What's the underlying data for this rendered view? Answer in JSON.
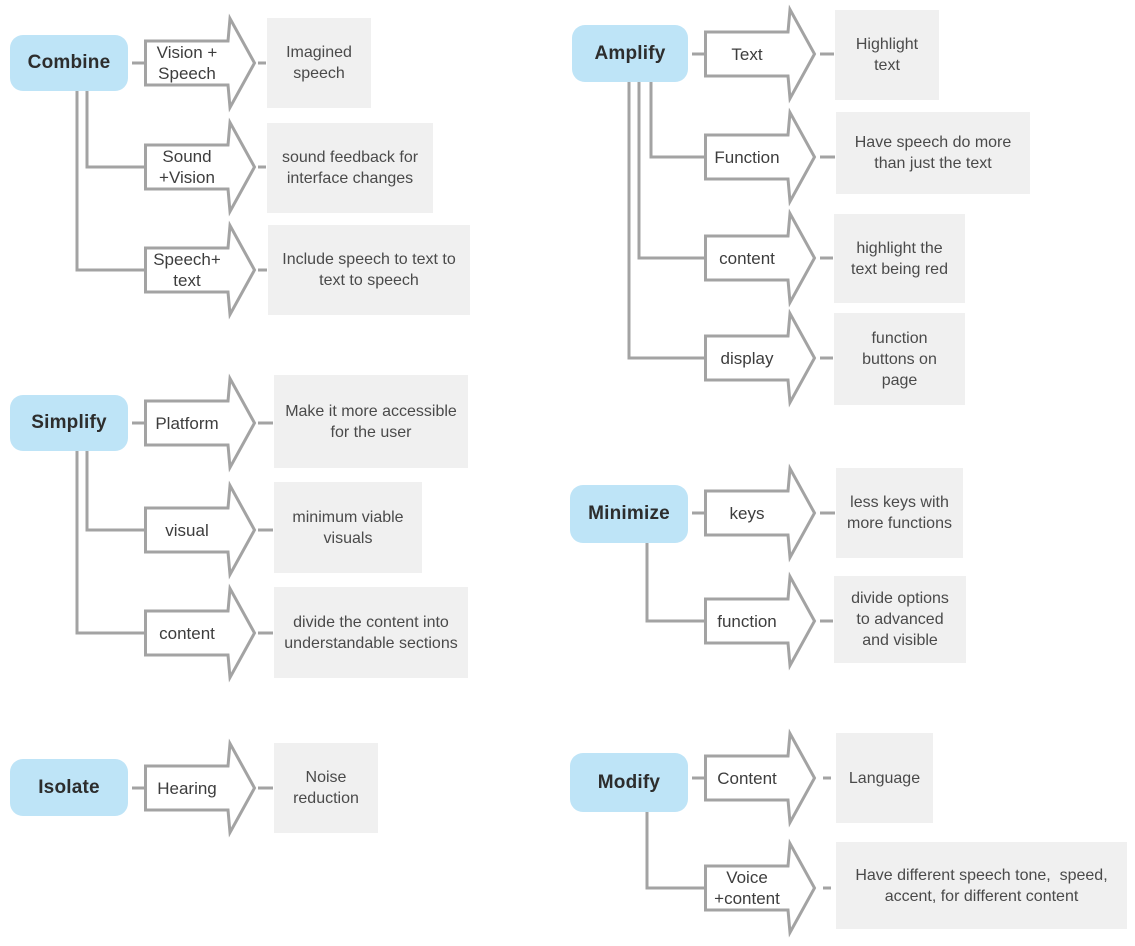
{
  "title": "Design strategies mind map",
  "palette": {
    "category_fill": "#bee4f7",
    "connector_gray": "#a3a3a3",
    "desc_fill": "#f0f0f0",
    "category_text": "#2d2d2d",
    "body_text": "#4a4a4a"
  },
  "sections": [
    {
      "category": "Combine",
      "branches": [
        {
          "label": "Vision +\nSpeech",
          "desc": "Imagined\nspeech"
        },
        {
          "label": "Sound\n+Vision",
          "desc": "sound feedback for\ninterface changes"
        },
        {
          "label": "Speech+\ntext",
          "desc": "Include speech to text to\ntext to speech"
        }
      ]
    },
    {
      "category": "Simplify",
      "branches": [
        {
          "label": "Platform",
          "desc": "Make it more accessible\nfor the user"
        },
        {
          "label": "visual",
          "desc": "minimum viable\nvisuals"
        },
        {
          "label": "content",
          "desc": "divide the content into\nunderstandable sections"
        }
      ]
    },
    {
      "category": "Isolate",
      "branches": [
        {
          "label": "Hearing",
          "desc": "Noise\nreduction"
        }
      ]
    },
    {
      "category": "Amplify",
      "branches": [
        {
          "label": "Text",
          "desc": "Highlight\ntext"
        },
        {
          "label": "Function",
          "desc": "Have speech do more\nthan just the text"
        },
        {
          "label": "content",
          "desc": "highlight the\ntext being red"
        },
        {
          "label": "display",
          "desc": "function\nbuttons on\npage"
        }
      ]
    },
    {
      "category": "Minimize",
      "branches": [
        {
          "label": "keys",
          "desc": "less keys with\nmore functions"
        },
        {
          "label": "function",
          "desc": "divide options\nto advanced\nand visible"
        }
      ]
    },
    {
      "category": "Modify",
      "branches": [
        {
          "label": "Content",
          "desc": "Language"
        },
        {
          "label": "Voice\n+content",
          "desc": "Have different speech tone,  speed,\naccent, for different content"
        }
      ]
    }
  ]
}
